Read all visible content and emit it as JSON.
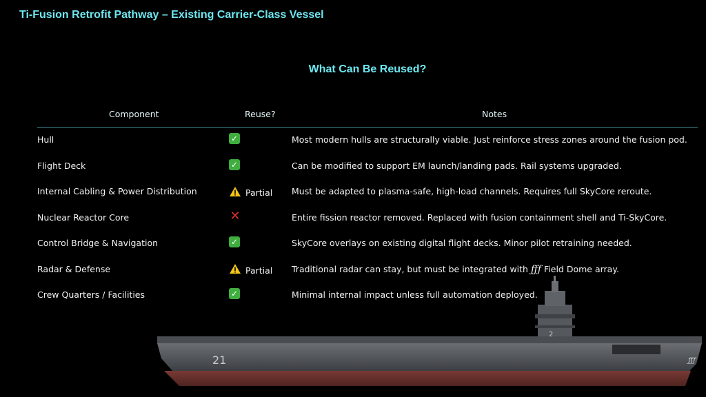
{
  "page": {
    "title": "Ti-Fusion Retrofit Pathway – Existing Carrier-Class Vessel",
    "section_title": "What Can Be Reused?"
  },
  "table": {
    "headers": {
      "component": "Component",
      "reuse": "Reuse?",
      "notes": "Notes"
    },
    "rows": [
      {
        "component": "Hull",
        "status": "yes",
        "label": "",
        "notes": "Most modern hulls are structurally viable. Just reinforce stress zones around the fusion pod."
      },
      {
        "component": "Flight Deck",
        "status": "yes",
        "label": "",
        "notes": "Can be modified to support EM launch/landing pads. Rail systems upgraded."
      },
      {
        "component": "Internal Cabling & Power Distribution",
        "status": "partial",
        "label": "Partial",
        "notes": "Must be adapted to plasma-safe, high-load channels. Requires full SkyCore reroute."
      },
      {
        "component": "Nuclear Reactor Core",
        "status": "no",
        "label": "",
        "notes": "Entire fission reactor removed. Replaced with fusion containment shell and Ti-SkyCore."
      },
      {
        "component": "Control Bridge & Navigation",
        "status": "yes",
        "label": "",
        "notes": "SkyCore overlays on existing digital flight decks. Minor pilot retraining needed."
      },
      {
        "component": "Radar & Defense",
        "status": "partial",
        "label": "Partial",
        "notes_pre": "Traditional radar can stay, but must be integrated with ",
        "notes_glyph": "ƒƒƒ",
        "notes_post": " Field Dome array."
      },
      {
        "component": "Crew Quarters / Facilities",
        "status": "yes",
        "label": "",
        "notes": "Minimal internal impact unless full automation deployed."
      }
    ]
  },
  "ship": {
    "hull_number": "21",
    "emblem": "ƒƒƒ"
  },
  "colors": {
    "accent": "#6ee7f0",
    "divider": "#3f8f97",
    "check": "#3fae3f",
    "cross": "#e0302a",
    "warn": "#f5c518"
  }
}
